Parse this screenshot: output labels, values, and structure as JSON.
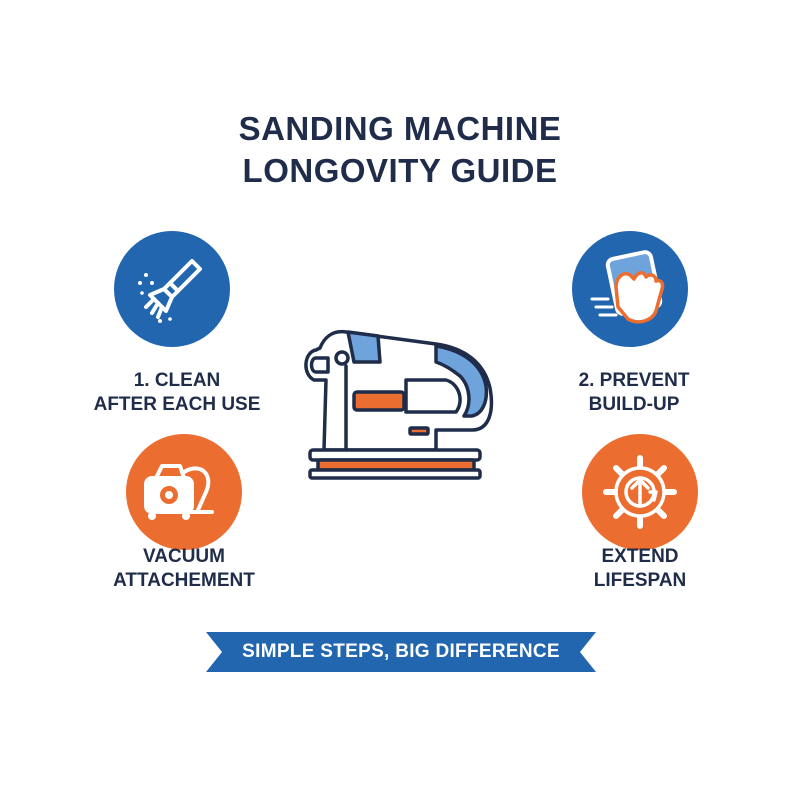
{
  "title": {
    "line1": "SANDING MACHINE",
    "line2": "LONGOVITY GUIDE"
  },
  "steps": [
    {
      "line1": "1. CLEAN",
      "line2": "AFTER EACH USE",
      "icon": "brush-icon",
      "color": "#2266b0"
    },
    {
      "line1": "2. PREVENT",
      "line2": "BUILD-UP",
      "icon": "wiping-hand-icon",
      "color": "#2266b0"
    },
    {
      "line1": "VACUUM",
      "line2": "ATTACHEMENT",
      "icon": "vacuum-icon",
      "color": "#ec6d30"
    },
    {
      "line1": "EXTEND",
      "line2": "LIFESPAN",
      "icon": "gear-arrow-icon",
      "color": "#ec6d30"
    }
  ],
  "center_icon": "sanding-machine-icon",
  "banner": {
    "text": "SIMPLE STEPS, BIG DIFFERENCE",
    "color": "#2266b0"
  },
  "colors": {
    "navy": "#1f2d4a",
    "blue": "#2266b0",
    "orange": "#ec6d30",
    "light_blue": "#6ea3dc"
  }
}
